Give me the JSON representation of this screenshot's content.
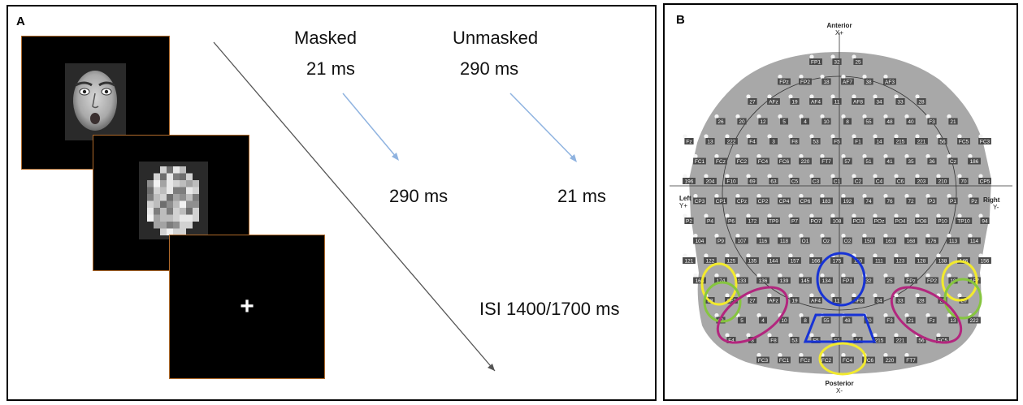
{
  "panel_a": {
    "letter": "A",
    "conditions": [
      {
        "label": "Masked",
        "first_duration": "21 ms",
        "second_duration": "290 ms"
      },
      {
        "label": "Unmasked",
        "first_duration": "290 ms",
        "second_duration": "21 ms"
      }
    ],
    "fixation_symbol": "+",
    "isi_label": "ISI 1400/1700 ms",
    "colors": {
      "arrow": "#8fb3e0",
      "frame_border": "#b06a2a"
    }
  },
  "panel_b": {
    "letter": "B",
    "anterior": "Anterior",
    "anterior_axis": "X+",
    "posterior": "Posterior",
    "posterior_axis": "X-",
    "left": "Left",
    "left_axis": "Y+",
    "right": "Right",
    "right_axis": "Y-",
    "electrodes": [
      "FP1",
      "32",
      "25",
      "FPz",
      "FP2",
      "18",
      "AF7",
      "38",
      "AF3",
      "27",
      "AFz",
      "19",
      "AF4",
      "11",
      "AF8",
      "34",
      "33",
      "28",
      "26",
      "20",
      "12",
      "5",
      "4",
      "10",
      "8",
      "55",
      "48",
      "40",
      "F3",
      "21",
      "Fz",
      "13",
      "222",
      "F4",
      "3",
      "F8",
      "53",
      "F5",
      "F1",
      "14",
      "215",
      "221",
      "56",
      "FC5",
      "FC3",
      "FC1",
      "FCz",
      "FC2",
      "FC4",
      "FC6",
      "220",
      "FT7",
      "57",
      "51",
      "41",
      "35",
      "36",
      "Cz",
      "186",
      "196",
      "204",
      "F10",
      "69",
      "63",
      "C5",
      "C3",
      "C1",
      "C2",
      "C4",
      "C6",
      "203",
      "210",
      "70",
      "CP5",
      "CP3",
      "CP1",
      "CPz",
      "CP2",
      "CP4",
      "CP6",
      "183",
      "192",
      "74",
      "76",
      "72",
      "P3",
      "P1",
      "Pz",
      "P2",
      "P4",
      "P6",
      "172",
      "TP9",
      "P7",
      "PO7",
      "108",
      "PO3",
      "POz",
      "PO4",
      "PO8",
      "P10",
      "TP10",
      "94",
      "104",
      "P9",
      "107",
      "116",
      "118",
      "O1",
      "Oz",
      "O2",
      "150",
      "160",
      "168",
      "176",
      "113",
      "114",
      "121",
      "122",
      "125",
      "135",
      "144",
      "157",
      "166",
      "175",
      "110",
      "111",
      "123",
      "128",
      "138",
      "146",
      "156",
      "165",
      "174",
      "133",
      "136",
      "139",
      "145",
      "134"
    ],
    "region_colors": {
      "yellow": "#f2ea2e",
      "green": "#86c540",
      "magenta": "#b3267e",
      "blue": "#1733d6",
      "scalp": "#a8a8a8"
    }
  }
}
